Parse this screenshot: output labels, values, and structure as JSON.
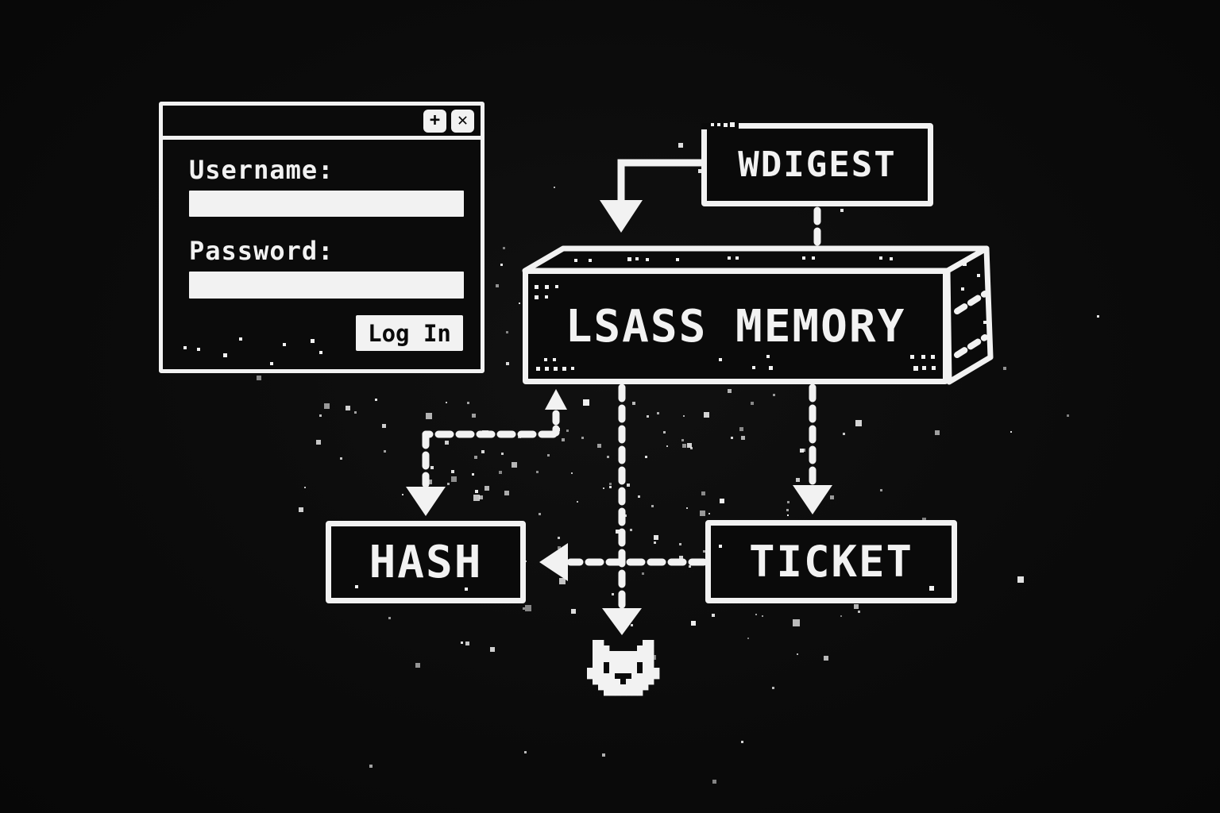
{
  "colors": {
    "background": "#0a0a0a",
    "ink": "#f2f2f2"
  },
  "login_window": {
    "plus_icon": "+",
    "close_icon": "✕",
    "username_label": "Username:",
    "username_value": "",
    "password_label": "Password:",
    "password_value": "",
    "login_button_label": "Log In"
  },
  "diagram": {
    "wdigest_label": "WDIGEST",
    "lsass_label": "LSASS MEMORY",
    "hash_label": "HASH",
    "ticket_label": "TICKET"
  }
}
